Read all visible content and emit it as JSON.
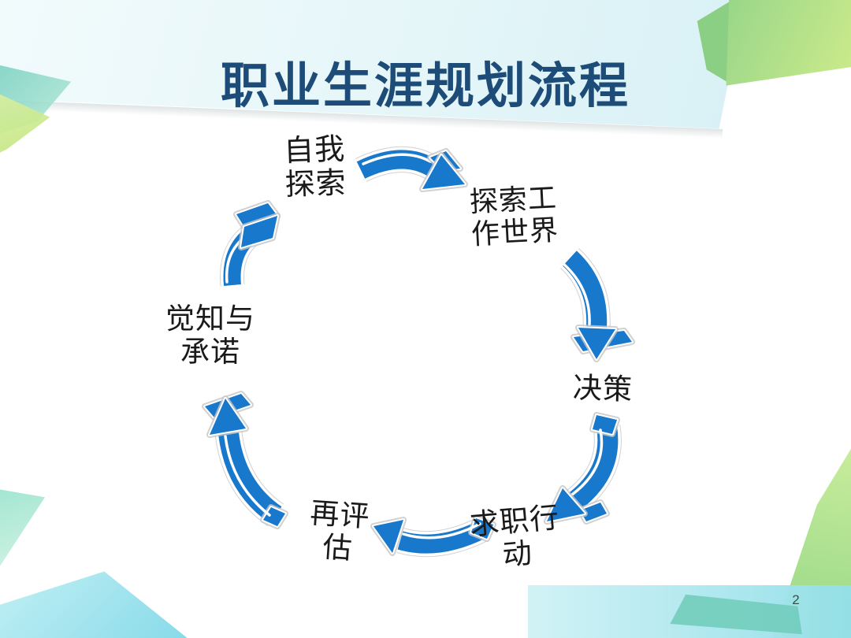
{
  "slide": {
    "title": "职业生涯规划流程",
    "page_number": "2"
  },
  "palette": {
    "title_text": "#1d4c78",
    "arrow_blue": "#1878cc",
    "label_text": "#1a1a1a",
    "header_band_cyan": "#def2f7",
    "accent_green": "#a8dd86",
    "accent_teal": "#6fcbb9",
    "accent_cyan": "#8fdde8"
  },
  "cycle": {
    "description": "six-step circular career planning cycle, clockwise",
    "steps": [
      {
        "name": "self-exploration",
        "label": "自我探索",
        "lines": [
          "自我",
          "探索"
        ]
      },
      {
        "name": "explore-work-world",
        "label": "探索工作世界",
        "lines": [
          "探索工",
          "作世界"
        ]
      },
      {
        "name": "decision-making",
        "label": "决策",
        "lines": [
          "决策"
        ]
      },
      {
        "name": "job-seeking-action",
        "label": "求职行动",
        "lines": [
          "求职行",
          "动"
        ]
      },
      {
        "name": "re-evaluation",
        "label": "再评估",
        "lines": [
          "再评估"
        ]
      },
      {
        "name": "awareness-and-commitment",
        "label": "觉知与承诺",
        "lines": [
          "觉知与",
          "承诺"
        ]
      }
    ],
    "arrows": [
      {
        "from": "自我探索",
        "to": "探索工作世界"
      },
      {
        "from": "探索工作世界",
        "to": "决策"
      },
      {
        "from": "决策",
        "to": "求职行动"
      },
      {
        "from": "求职行动",
        "to": "再评估"
      },
      {
        "from": "再评估",
        "to": "觉知与承诺"
      },
      {
        "from": "觉知与承诺",
        "to": "自我探索"
      }
    ]
  }
}
